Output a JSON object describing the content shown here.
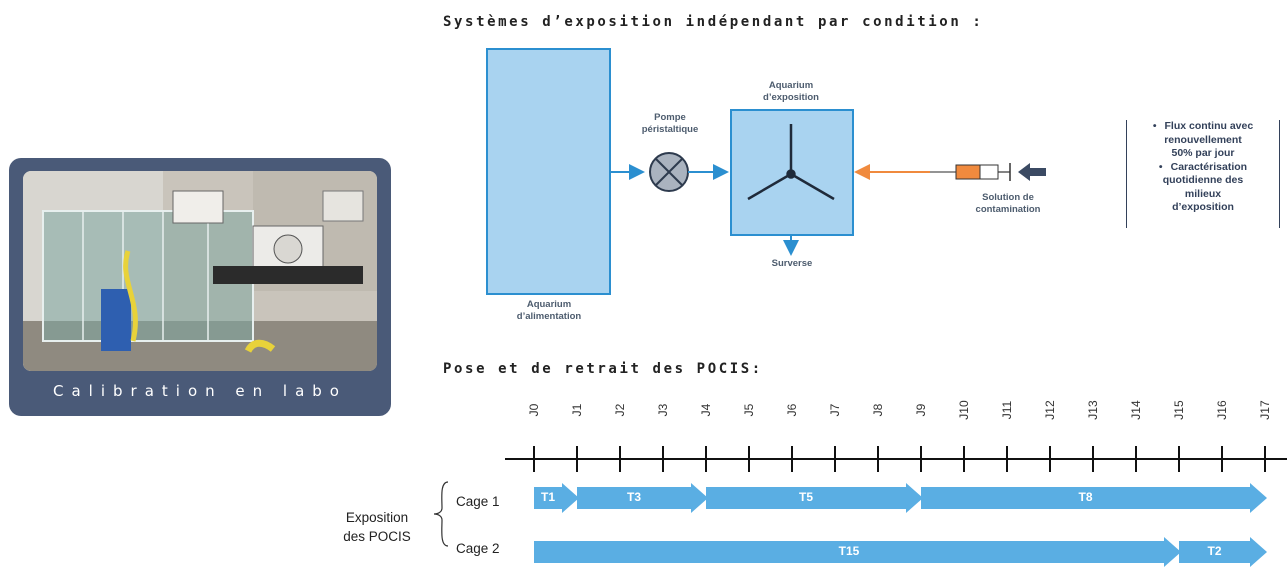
{
  "title_systems": "Systèmes d’exposition indépendant par condition :",
  "title_pocis": "Pose et de retrait des POCIS:",
  "photo": {
    "caption": "Calibration en labo"
  },
  "diagram": {
    "feed_tank_line1": "Aquarium",
    "feed_tank_line2": "d’alimentation",
    "pump_line1": "Pompe",
    "pump_line2": "péristaltique",
    "exposure_tank_line1": "Aquarium",
    "exposure_tank_line2": "d’exposition",
    "overflow": "Surverse",
    "solution_line1": "Solution de",
    "solution_line2": "contamination",
    "colors": {
      "tank_fill": "#a9d3f0",
      "tank_border": "#2b8fd0",
      "flow": "#2b8fd0",
      "contamination": "#f08a3e",
      "pump_fill": "#aab3bf"
    }
  },
  "notes": {
    "item1_l1": "Flux continu avec",
    "item1_l2": "renouvellement",
    "item1_l3": "50% par jour",
    "item2_l1": "Caractérisation",
    "item2_l2": "quotidienne des",
    "item2_l3": "milieux",
    "item2_l4": "d’exposition"
  },
  "timeline": {
    "days": [
      "J0",
      "J1",
      "J2",
      "J3",
      "J4",
      "J5",
      "J6",
      "J7",
      "J8",
      "J9",
      "J10",
      "J11",
      "J12",
      "J13",
      "J14",
      "J15",
      "J16",
      "J17"
    ],
    "exposure_label_l1": "Exposition",
    "exposure_label_l2": "des POCIS",
    "cages": [
      {
        "name": "Cage 1",
        "phases": [
          {
            "label": "T1",
            "start": 0,
            "end": 1
          },
          {
            "label": "T3",
            "start": 1,
            "end": 4
          },
          {
            "label": "T5",
            "start": 4,
            "end": 9
          },
          {
            "label": "T8",
            "start": 9,
            "end": 17
          }
        ]
      },
      {
        "name": "Cage 2",
        "phases": [
          {
            "label": "T15",
            "start": 0,
            "end": 15
          },
          {
            "label": "T2",
            "start": 15,
            "end": 17
          }
        ]
      }
    ],
    "colors": {
      "bar": "#5aaee3",
      "axis": "#111111"
    }
  }
}
